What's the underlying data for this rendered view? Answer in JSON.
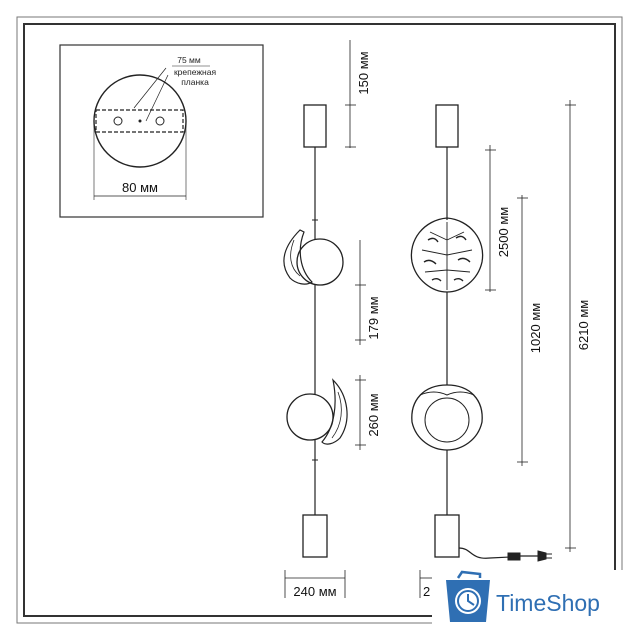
{
  "detail": {
    "bracket_width": "75 мм",
    "bracket_label_line1": "крепежная",
    "bracket_label_line2": "планка",
    "canopy_diameter": "80 мм"
  },
  "side_view": {
    "canopy_height": "150 мм",
    "lamp_spacing": "179 мм",
    "shade_height": "260 мм",
    "width": "240 мм"
  },
  "front_view": {
    "cable_length": "2500 мм",
    "lamp_section": "1020 мм",
    "total_height": "6210 мм",
    "width_partial": "2"
  },
  "watermark": {
    "brand": "TimeShop"
  },
  "colors": {
    "line": "#222222",
    "brand_blue": "#2f6fb3"
  }
}
